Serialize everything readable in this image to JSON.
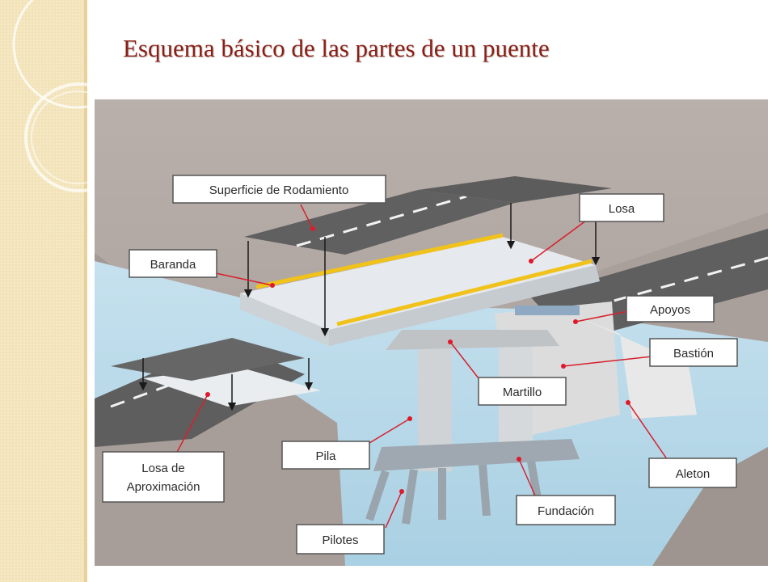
{
  "title": "Esquema básico de las partes de un puente",
  "labels": {
    "superficie": "Superficie de Rodamiento",
    "losa": "Losa",
    "baranda": "Baranda",
    "apoyos": "Apoyos",
    "bastion": "Bastión",
    "martillo": "Martillo",
    "losa_aprox_1": "Losa de",
    "losa_aprox_2": "Aproximación",
    "pila": "Pila",
    "aleton": "Aleton",
    "fundacion": "Fundación",
    "pilotes": "Pilotes"
  },
  "colors": {
    "title": "#8b1e14",
    "sidebar": "#f2e3b9",
    "background_wall": "#b7ada8",
    "water": "#b9d9e8",
    "road": "#6b6b6b",
    "concrete": "#dfe3e6",
    "railing": "#f0c21a",
    "marker": "#e0192a"
  }
}
